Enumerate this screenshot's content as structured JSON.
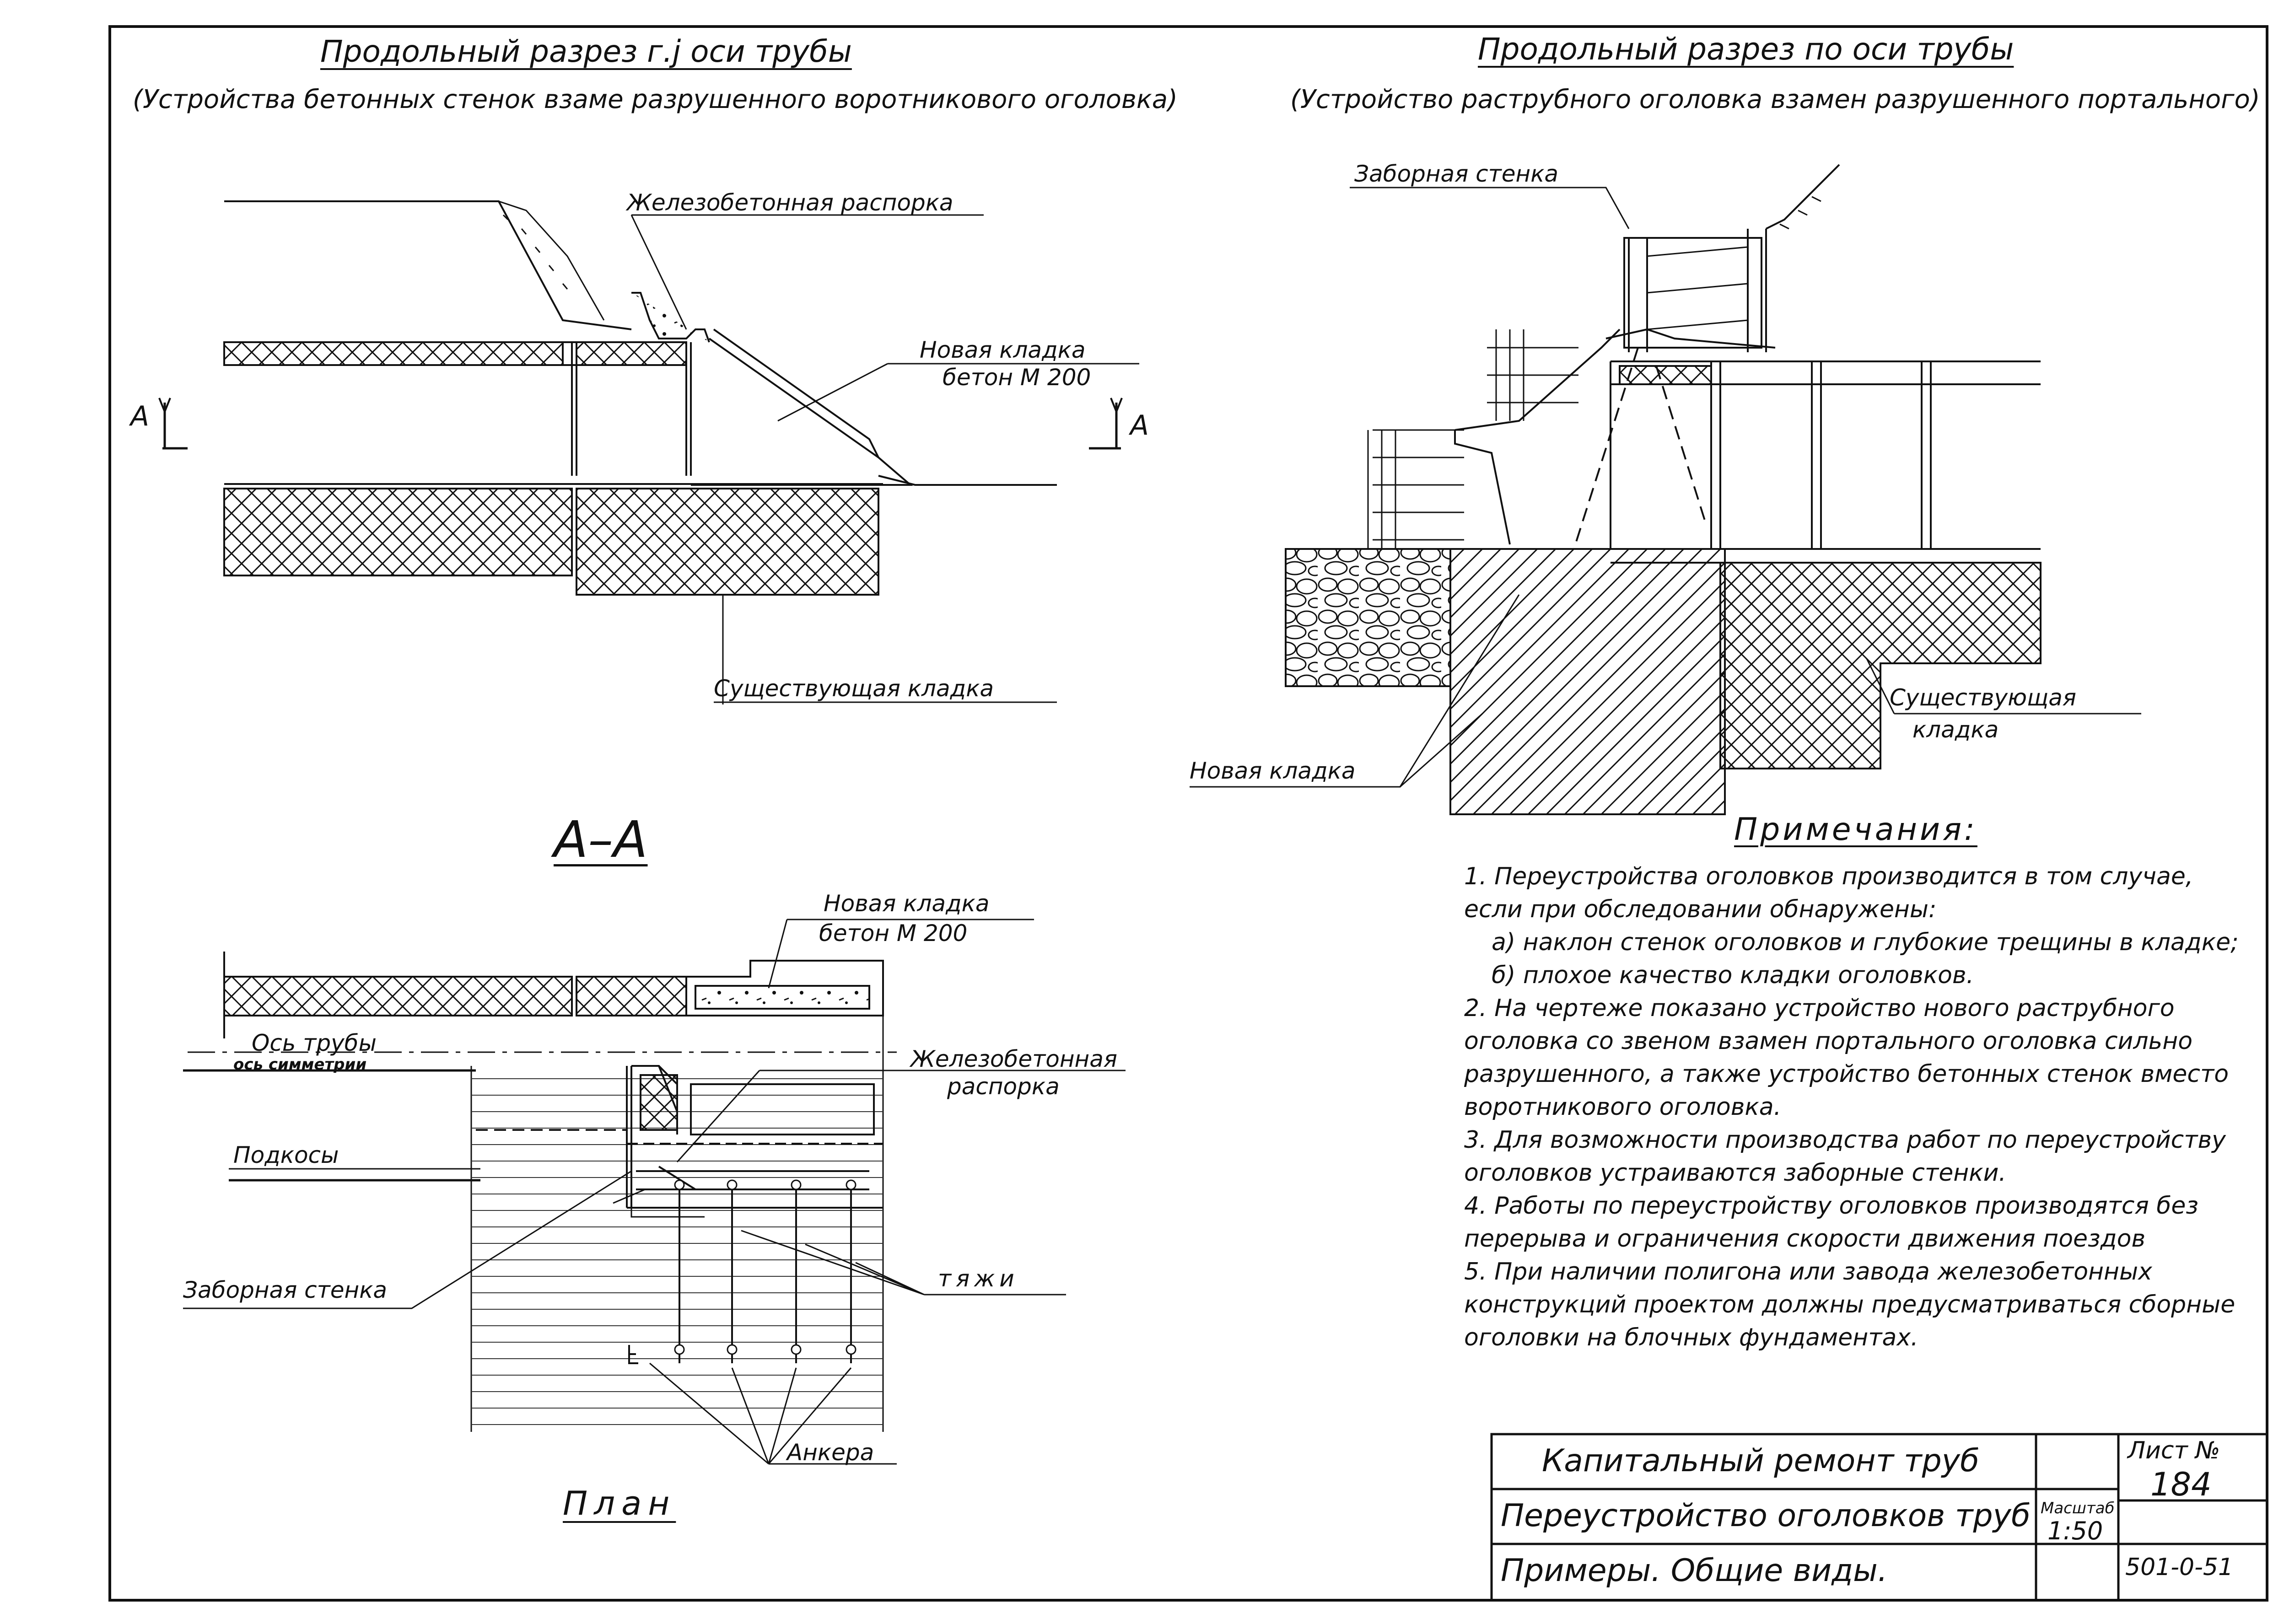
{
  "left_section": {
    "title": "Продольный разрез г.ј оси трубы",
    "subtitle": "(Устройства бетонных стенок взаме разрушенного воротникового оголовка)",
    "labels": {
      "strut": "Железобетонная распорка",
      "new_masonry_1": "Новая кладка",
      "new_masonry_2": "бетон М 200",
      "existing_masonry": "Существующая кладка",
      "section_mark_left": "А",
      "section_mark_right": "А"
    }
  },
  "right_section": {
    "title": "Продольный разрез по оси трубы",
    "subtitle": "(Устройство раструбного оголовка взамен разрушенного портального)",
    "labels": {
      "fence_wall": "Заборная стенка",
      "existing_masonry_1": "Существующая",
      "existing_masonry_2": "кладка",
      "new_masonry": "Новая кладка"
    }
  },
  "section_aa": {
    "title": "А–А"
  },
  "plan": {
    "title": "План",
    "labels": {
      "new_masonry_1": "Новая кладка",
      "new_masonry_2": "бетон М 200",
      "pipe_axis": "Ось трубы",
      "symmetry_axis": "ось симметрии",
      "strut_1": "Железобетонная",
      "strut_2": "распорка",
      "braces": "Подкосы",
      "fence_wall": "Заборная стенка",
      "tie_rods": "тяжи",
      "anchors": "Анкера"
    }
  },
  "notes": {
    "heading": "Примечания:",
    "items": [
      "1. Переустройства оголовков производится в том случае, если при обследовании обнаружены:",
      "а) наклон стенок оголовков и глубокие трещины в кладке;",
      "б) плохое качество кладки оголовков.",
      "2. На чертеже показано устройство нового раструбного оголовка со звеном взамен портального оголовка сильно разрушенного, а также устройство бетонных стенок вместо воротникового оголовка.",
      "3. Для возможности производства работ по переустройству оголовков устраиваются заборные стенки.",
      "4. Работы по переустройству оголовков производятся без перерыва и ограничения скорости движения поездов",
      "5. При наличии полигона или завода железобетонных конструкций проектом должны предусматриваться сборные оголовки на блочных фундаментах."
    ]
  },
  "title_block": {
    "row1": "Капитальный ремонт труб",
    "row2": "Переустройство оголовков труб",
    "row3": "Примеры. Общие виды.",
    "sheet_label": "Лист №",
    "sheet_number": "184",
    "scale_label": "Масштаб",
    "scale_value": "1:50",
    "doc_code": "501-0-51"
  }
}
